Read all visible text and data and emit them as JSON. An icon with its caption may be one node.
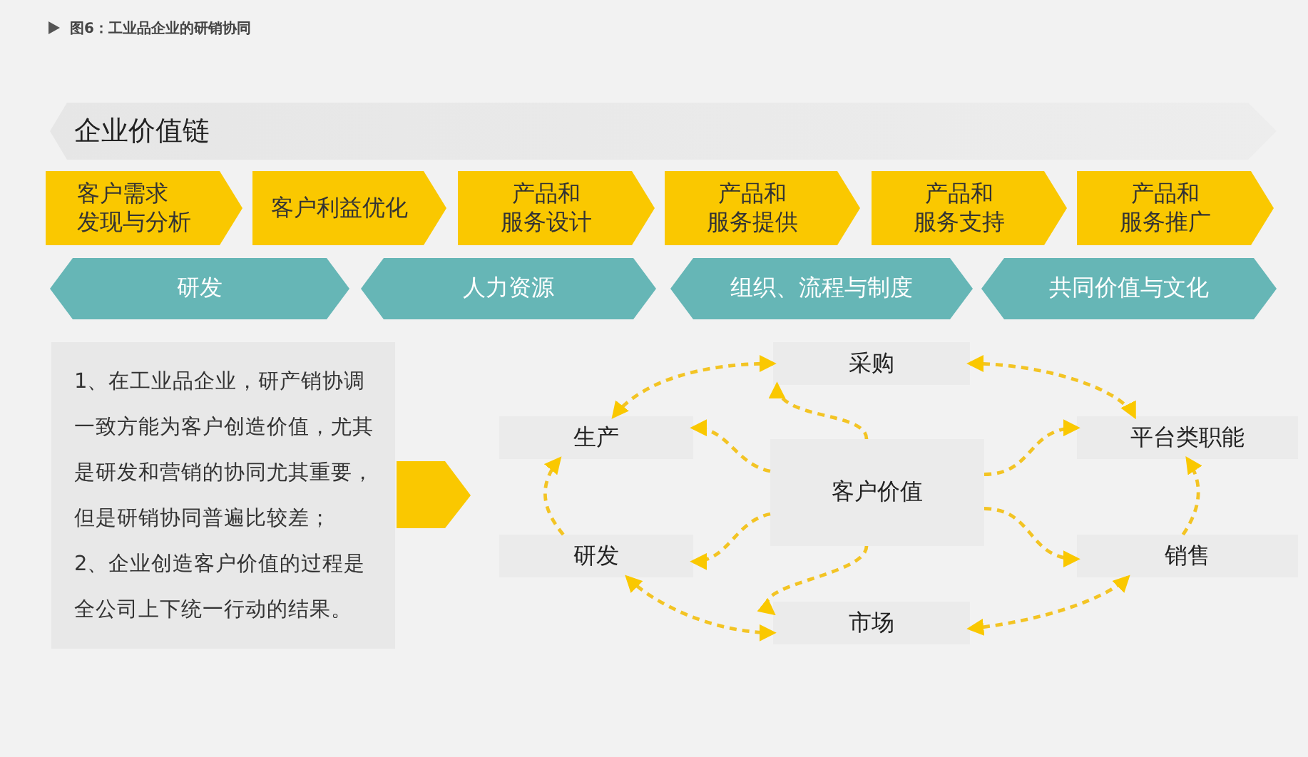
{
  "diagram": {
    "title": "图6：工业品企业的研销协同",
    "nodes": [
      {
        "text": [
          "企业价值链"
        ]
      },
      {
        "text": [
          "客户需求",
          "发现与分析"
        ]
      },
      {
        "text": [
          "客户利益优化"
        ]
      },
      {
        "text": [
          "产品和",
          "服务设计"
        ]
      },
      {
        "text": [
          "产品和",
          "服务提供"
        ]
      },
      {
        "text": [
          "产品和",
          "服务支持"
        ]
      },
      {
        "text": [
          "产品和",
          "服务推广"
        ]
      },
      {
        "text": [
          "研发"
        ]
      },
      {
        "text": [
          "人力资源"
        ]
      },
      {
        "text": [
          "组织、流程与制度"
        ]
      },
      {
        "text": [
          "共同价值与文化"
        ]
      },
      {
        "text": [
          "1、在工业品企业，研产销协调一致方能为客户创造价值，尤其是研发和营销的协同尤其重要，但是研销协同普遍比较差；",
          "2、企业创造客户价值的过程是全公司上下统一行动的结果。"
        ]
      },
      {
        "text": [
          "采购"
        ]
      },
      {
        "text": [
          "生产"
        ]
      },
      {
        "text": [
          "客户价值"
        ]
      },
      {
        "text": [
          "平台类职能"
        ]
      },
      {
        "text": [
          "研发"
        ]
      },
      {
        "text": [
          "销售"
        ]
      },
      {
        "text": [
          "市场"
        ]
      }
    ],
    "edges": [
      {
        "from": 13,
        "to": 12,
        "arrow": "both",
        "style": "dashed"
      },
      {
        "from": 14,
        "to": 12,
        "arrow": "to",
        "style": "dashed"
      },
      {
        "from": 14,
        "to": 13,
        "arrow": "to",
        "style": "dashed"
      },
      {
        "from": 14,
        "to": 16,
        "arrow": "to",
        "style": "dashed"
      },
      {
        "from": 14,
        "to": 18,
        "arrow": "to",
        "style": "dashed"
      },
      {
        "from": 16,
        "to": 18,
        "arrow": "both",
        "style": "dashed"
      },
      {
        "from": 16,
        "to": 13,
        "arrow": "to",
        "style": "dashed"
      },
      {
        "from": 12,
        "to": 15,
        "arrow": "both",
        "style": "dashed"
      },
      {
        "from": 14,
        "to": 15,
        "arrow": "to",
        "style": "dashed"
      },
      {
        "from": 14,
        "to": 17,
        "arrow": "to",
        "style": "dashed"
      },
      {
        "from": 17,
        "to": 15,
        "arrow": "to",
        "style": "dashed"
      },
      {
        "from": 18,
        "to": 17,
        "arrow": "both",
        "style": "dashed"
      },
      {
        "from": 11,
        "to": null,
        "arrow": "to"
      }
    ]
  }
}
